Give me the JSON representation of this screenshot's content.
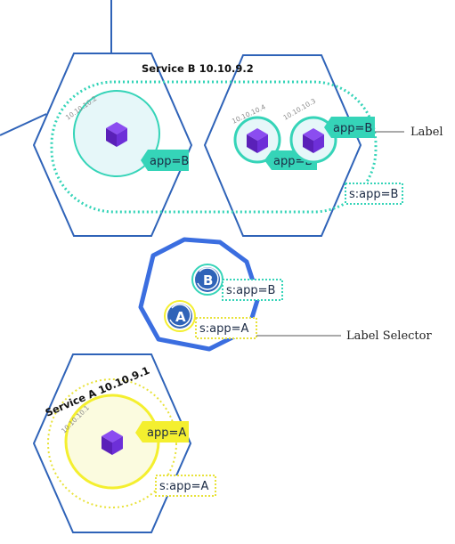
{
  "service_b": {
    "title": "Service B 10.10.9.2",
    "pod_ips": [
      "10.10.10.2",
      "10.10.10.4",
      "10.10.10.3"
    ],
    "pod_labels": [
      "app=B",
      "app=B",
      "app=B"
    ],
    "selector": "s:app=B"
  },
  "service_a": {
    "title": "Service A  10.10.9.1",
    "pod_ip": "10.10.10.1",
    "pod_label": "app=A",
    "selector": "s:app=A"
  },
  "controller": {
    "badges": [
      {
        "letter": "B",
        "selector": "s:app=B"
      },
      {
        "letter": "A",
        "selector": "s:app=A"
      }
    ]
  },
  "callouts": {
    "label": "Label",
    "label_selector": "Label Selector"
  },
  "colors": {
    "node_border": "#2f63b8",
    "pod_b": "#35d4b8",
    "pod_b_fill": "#e6f7f9",
    "pod_a": "#f4ef2f",
    "pod_a_fill": "#fbfbdf",
    "cube": "#6628c8",
    "service_b_dots": "#35d4b8",
    "service_a_dots": "#e8e23a"
  }
}
